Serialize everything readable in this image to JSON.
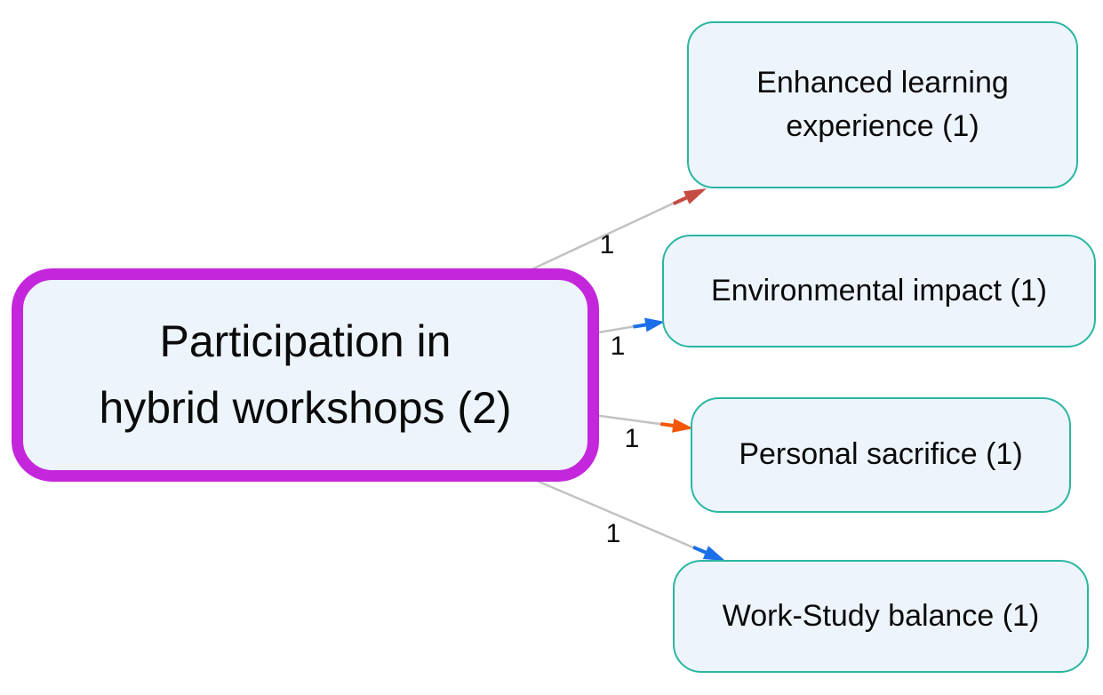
{
  "colors": {
    "background": "#ffffff",
    "node_fill": "#edf4fb",
    "root_border": "#c427db",
    "branch_border": "#2ab6a3",
    "edge_line": "#c2c2c2",
    "text": "#0a0a0a"
  },
  "root": {
    "label": "Participation in hybrid workshops (2)",
    "lines": [
      "Participation in",
      "hybrid workshops (2)"
    ]
  },
  "branches": [
    {
      "id": "enhanced-learning-experience",
      "label": "Enhanced learning experience (1)",
      "lines": [
        "Enhanced learning",
        "experience (1)"
      ]
    },
    {
      "id": "environmental-impact",
      "label": "Environmental impact (1)",
      "lines": [
        "Environmental impact (1)"
      ]
    },
    {
      "id": "personal-sacrifice",
      "label": "Personal sacrifice (1)",
      "lines": [
        "Personal sacrifice (1)"
      ]
    },
    {
      "id": "work-study-balance",
      "label": "Work-Study balance (1)",
      "lines": [
        "Work-Study balance (1)"
      ]
    }
  ],
  "edges": [
    {
      "from": "Participation in hybrid workshops (2)",
      "to": "Enhanced learning experience (1)",
      "label": "1",
      "arrow_color": "#c64b42"
    },
    {
      "from": "Participation in hybrid workshops (2)",
      "to": "Environmental impact (1)",
      "label": "1",
      "arrow_color": "#1b6fe8"
    },
    {
      "from": "Participation in hybrid workshops (2)",
      "to": "Personal sacrifice (1)",
      "label": "1",
      "arrow_color": "#f25708"
    },
    {
      "from": "Participation in hybrid workshops (2)",
      "to": "Work-Study balance (1)",
      "label": "1",
      "arrow_color": "#1b6fe8"
    }
  ]
}
